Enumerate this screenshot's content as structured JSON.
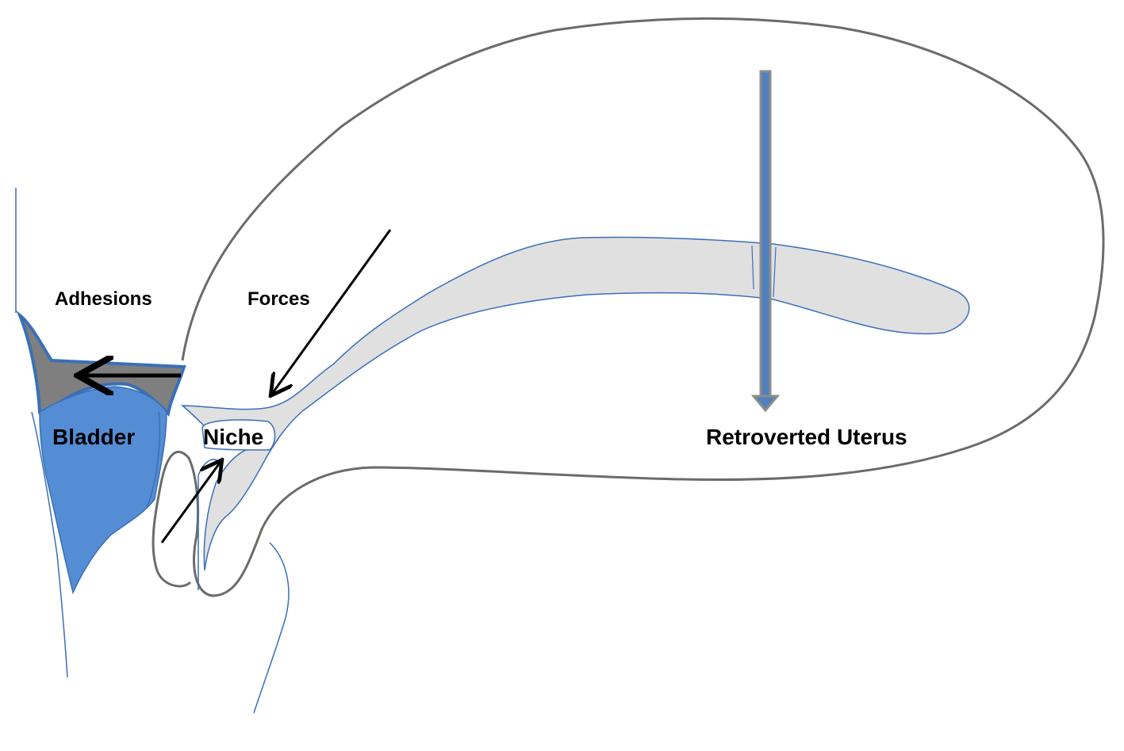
{
  "labels": {
    "adhesions": "Adhesions",
    "forces": "Forces",
    "bladder": "Bladder",
    "niche": "Niche",
    "uterus": "Retroverted Uterus"
  },
  "colors": {
    "outline_gray": "#6b6b6b",
    "outline_blue": "#3a6fb8",
    "bladder_fill": "#548dd4",
    "adhesion_fill": "#7f7f7f",
    "cavity_fill": "#e0e0e0",
    "arrow_black": "#000000",
    "probe_blue": "#4f81bd",
    "probe_gray": "#8c8c8c"
  }
}
